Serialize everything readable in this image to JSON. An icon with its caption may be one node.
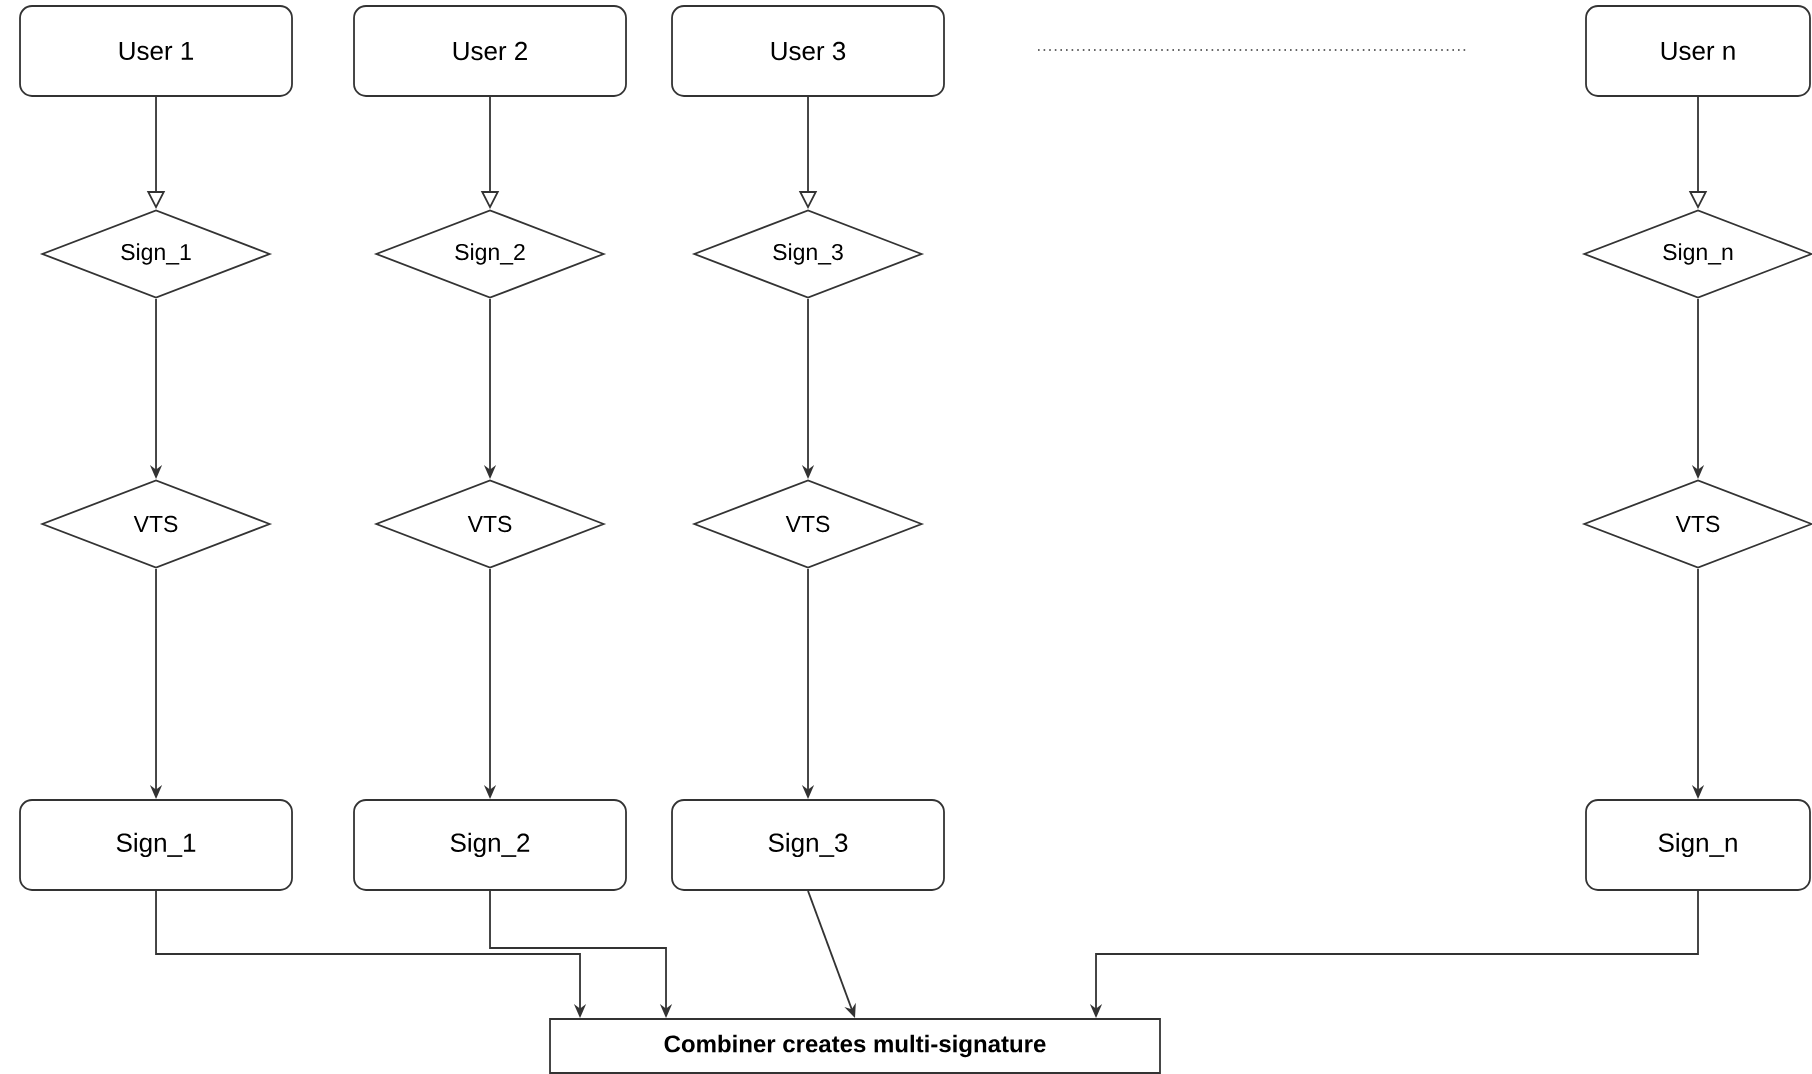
{
  "diagram": {
    "nodes": [
      {
        "text": [
          "User 1"
        ]
      },
      {
        "text": [
          "User 2"
        ]
      },
      {
        "text": [
          "User 3"
        ]
      },
      {
        "text": [
          "User n"
        ]
      },
      {
        "text": [
          "Sign_1"
        ]
      },
      {
        "text": [
          "Sign_2"
        ]
      },
      {
        "text": [
          "Sign_3"
        ]
      },
      {
        "text": [
          "Sign_n"
        ]
      },
      {
        "text": [
          "VTS"
        ]
      },
      {
        "text": [
          "VTS"
        ]
      },
      {
        "text": [
          "VTS"
        ]
      },
      {
        "text": [
          "VTS"
        ]
      },
      {
        "text": [
          "Sign_1"
        ]
      },
      {
        "text": [
          "Sign_2"
        ]
      },
      {
        "text": [
          "Sign_3"
        ]
      },
      {
        "text": [
          "Sign_n"
        ]
      },
      {
        "text": [
          "Combiner creates multi-signature"
        ]
      }
    ],
    "edges": [
      {
        "from": 0,
        "to": 4,
        "arrow": "to"
      },
      {
        "from": 1,
        "to": 5,
        "arrow": "to"
      },
      {
        "from": 2,
        "to": 6,
        "arrow": "to"
      },
      {
        "from": 3,
        "to": 7,
        "arrow": "to"
      },
      {
        "from": 4,
        "to": 8,
        "arrow": "to"
      },
      {
        "from": 5,
        "to": 9,
        "arrow": "to"
      },
      {
        "from": 6,
        "to": 10,
        "arrow": "to"
      },
      {
        "from": 7,
        "to": 11,
        "arrow": "to"
      },
      {
        "from": 8,
        "to": 12,
        "arrow": "to"
      },
      {
        "from": 9,
        "to": 13,
        "arrow": "to"
      },
      {
        "from": 10,
        "to": 14,
        "arrow": "to"
      },
      {
        "from": 11,
        "to": 15,
        "arrow": "to"
      },
      {
        "from": 12,
        "to": 16,
        "arrow": "to"
      },
      {
        "from": 13,
        "to": 16,
        "arrow": "to"
      },
      {
        "from": 14,
        "to": 16,
        "arrow": "to"
      },
      {
        "from": 15,
        "to": 16,
        "arrow": "to"
      }
    ]
  }
}
